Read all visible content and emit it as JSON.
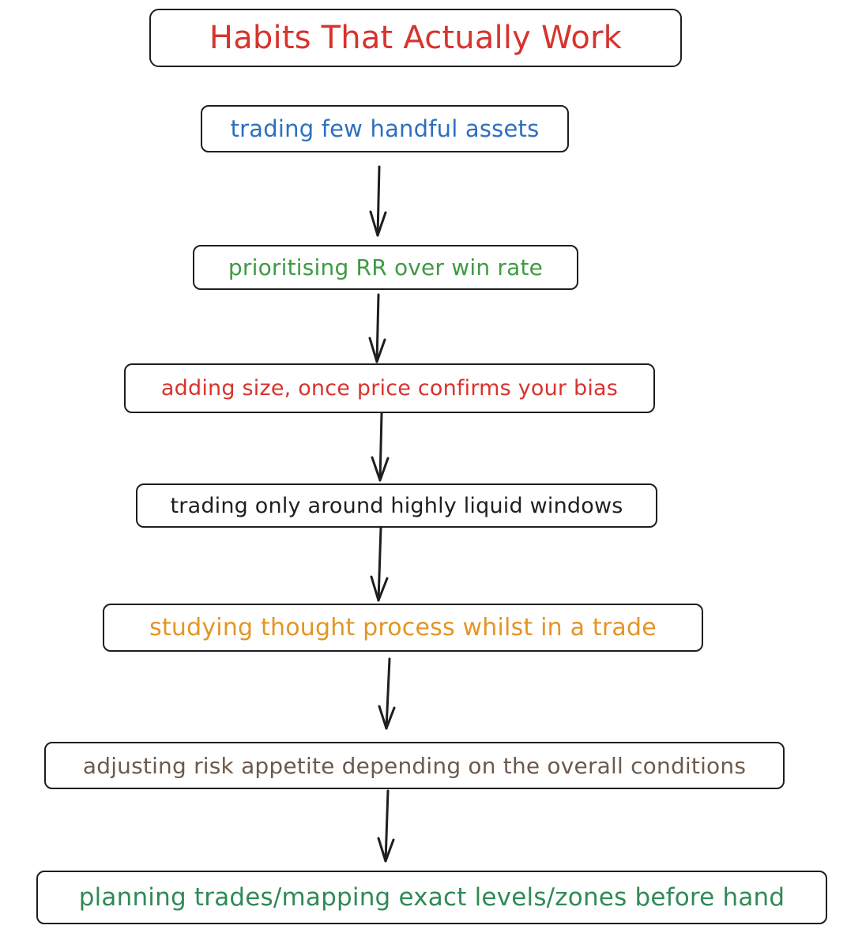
{
  "diagram": {
    "title": {
      "text": "Habits That Actually Work",
      "color": "#d8332e"
    },
    "nodes": [
      {
        "id": "n1",
        "text": "trading few handful assets",
        "color": "#2e6fbf"
      },
      {
        "id": "n2",
        "text": "prioritising RR over win rate",
        "color": "#3f9a44"
      },
      {
        "id": "n3",
        "text": "adding size, once price confirms your bias",
        "color": "#d8332e"
      },
      {
        "id": "n4",
        "text": "trading only around highly liquid windows",
        "color": "#1e1e1e"
      },
      {
        "id": "n5",
        "text": "studying thought process whilst in a trade",
        "color": "#e39524"
      },
      {
        "id": "n6",
        "text": "adjusting risk appetite depending on the overall conditions",
        "color": "#6b5a4e"
      },
      {
        "id": "n7",
        "text": "planning trades/mapping exact levels/zones before hand",
        "color": "#2f8a57"
      }
    ],
    "edges": [
      {
        "from": "n1",
        "to": "n2"
      },
      {
        "from": "n2",
        "to": "n3"
      },
      {
        "from": "n3",
        "to": "n4"
      },
      {
        "from": "n4",
        "to": "n5"
      },
      {
        "from": "n5",
        "to": "n6"
      },
      {
        "from": "n6",
        "to": "n7"
      }
    ]
  }
}
